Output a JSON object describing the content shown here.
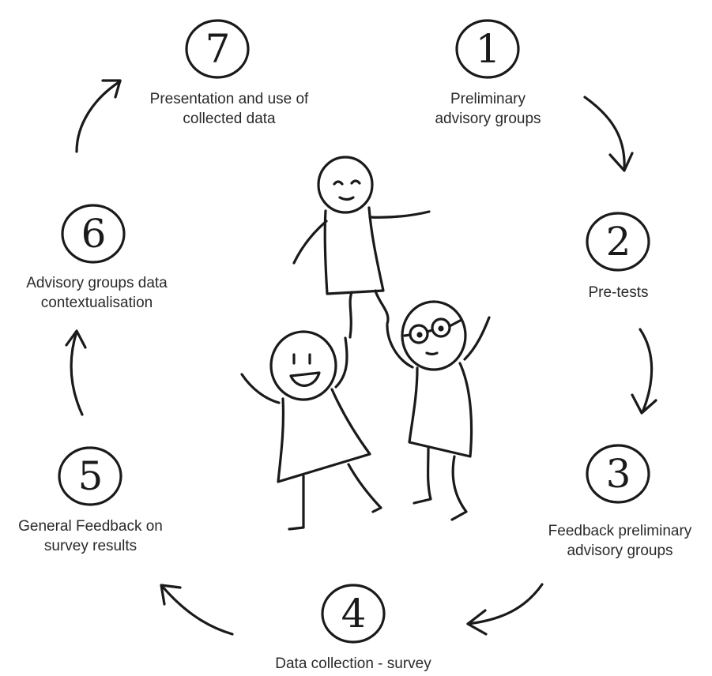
{
  "diagram": {
    "steps": [
      {
        "number": "1",
        "label": "Preliminary\nadvisory groups"
      },
      {
        "number": "2",
        "label": "Pre-tests"
      },
      {
        "number": "3",
        "label": "Feedback preliminary\nadvisory groups"
      },
      {
        "number": "4",
        "label": "Data collection - survey"
      },
      {
        "number": "5",
        "label": "General Feedback on\nsurvey results"
      },
      {
        "number": "6",
        "label": "Advisory groups data\ncontextualisation"
      },
      {
        "number": "7",
        "label": "Presentation and use of\ncollected data"
      }
    ]
  },
  "colors": {
    "ink": "#1a1a1a",
    "background": "#ffffff"
  }
}
